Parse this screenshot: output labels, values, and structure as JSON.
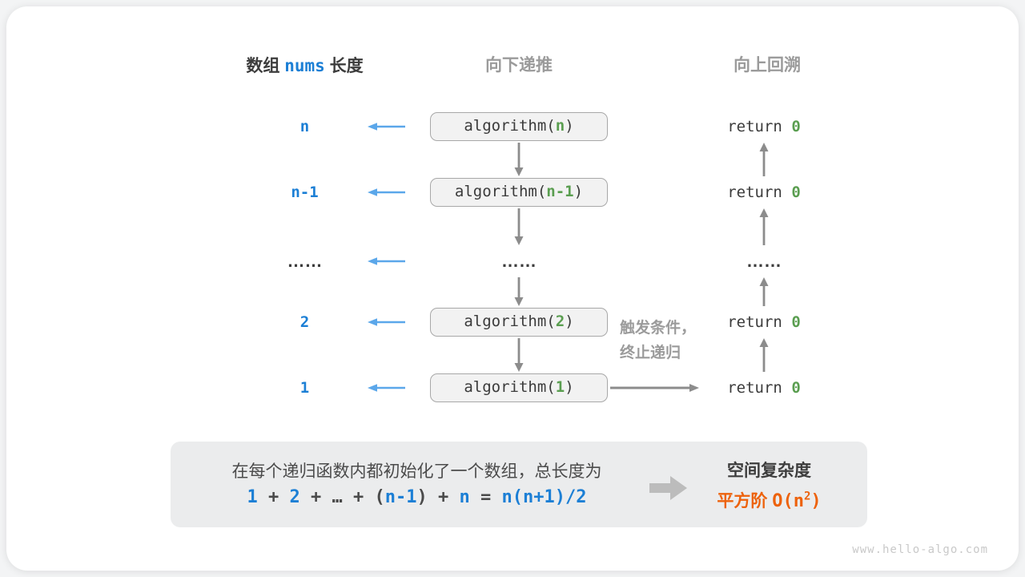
{
  "colors": {
    "blue": "#1c7fd5",
    "light_blue": "#5ba7ea",
    "green": "#5a9e50",
    "orange": "#ed620c",
    "gray_label": "#9b9b9b",
    "dark_text": "#3d3d3d",
    "box_fill": "#f2f2f2",
    "box_border": "#a8a8a8",
    "panel_bg": "#ebeced"
  },
  "headers": {
    "left_prefix": "数组 ",
    "left_code": "nums",
    "left_suffix": " 长度",
    "middle": "向下递推",
    "right": "向上回溯"
  },
  "rows": [
    {
      "label": "n",
      "call": "algorithm(",
      "arg": "n",
      "call_close": ")",
      "ret": "return ",
      "ret_val": "0"
    },
    {
      "label": "n-1",
      "call": "algorithm(",
      "arg": "n-1",
      "call_close": ")",
      "ret": "return ",
      "ret_val": "0"
    },
    {
      "label": "……",
      "mid_dots": "……",
      "right_dots": "……"
    },
    {
      "label": "2",
      "call": "algorithm(",
      "arg": "2",
      "call_close": ")",
      "ret": "return ",
      "ret_val": "0"
    },
    {
      "label": "1",
      "call": "algorithm(",
      "arg": "1",
      "call_close": ")",
      "ret": "return ",
      "ret_val": "0"
    }
  ],
  "annotation": {
    "line1": "触发条件，",
    "line2": "终止递归"
  },
  "summary": {
    "line1": "在每个递归函数内都初始化了一个数组，总长度为",
    "formula_tokens": [
      {
        "text": "1",
        "color": "blue"
      },
      {
        "text": " + ",
        "color": "dark"
      },
      {
        "text": "2",
        "color": "blue"
      },
      {
        "text": " + ",
        "color": "dark"
      },
      {
        "text": "…",
        "color": "dark"
      },
      {
        "text": " + ",
        "color": "dark"
      },
      {
        "text": "(",
        "color": "dark"
      },
      {
        "text": "n-1",
        "color": "blue"
      },
      {
        "text": ")",
        "color": "dark"
      },
      {
        "text": " + ",
        "color": "dark"
      },
      {
        "text": "n",
        "color": "blue"
      },
      {
        "text": " = ",
        "color": "dark"
      },
      {
        "text": "n(n+1)/2",
        "color": "blue"
      }
    ],
    "result_title": "空间复杂度",
    "result_prefix": "平方阶 ",
    "result_big_o": "O(n",
    "result_sup": "2",
    "result_close": ")"
  },
  "watermark": "www.hello-algo.com"
}
